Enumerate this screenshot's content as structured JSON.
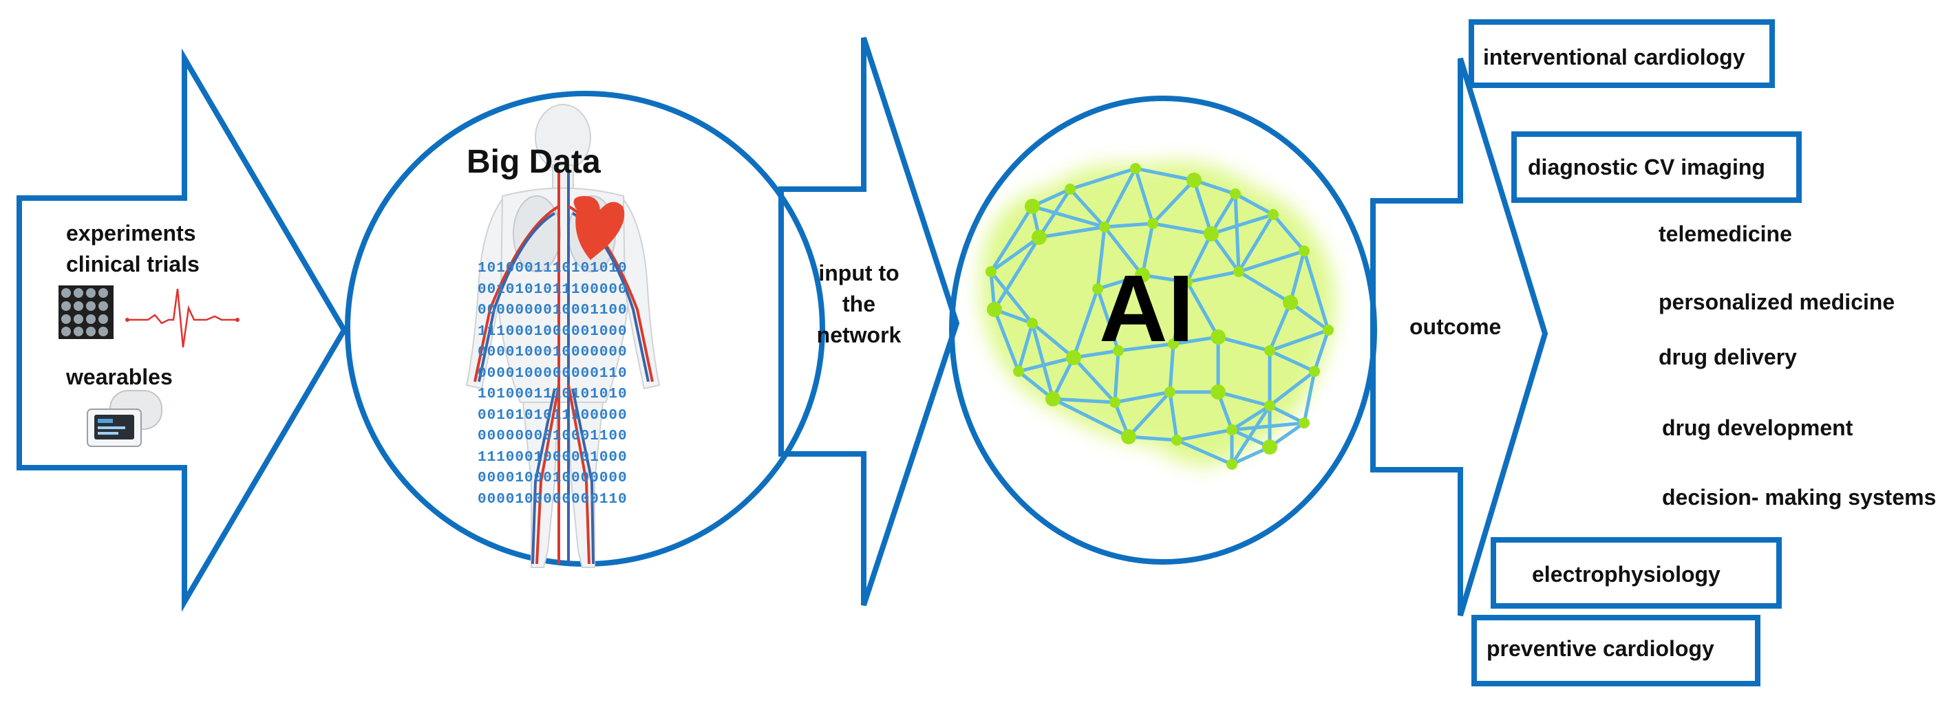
{
  "colors": {
    "stroke_blue": "#0f6fbf",
    "binary_blue": "#2f7fc9",
    "vessel_red": "#d93a2b",
    "network_line": "#5fb6e6",
    "network_node": "#9be21a",
    "network_glow": "#d9f77a",
    "text": "#111111"
  },
  "inputs": {
    "line1": "experiments",
    "line2": "clinical trials",
    "wearables": "wearables",
    "scan_icon": "mri-scan-grid-icon",
    "ecg_icon": "ecg-waveform-icon",
    "watch_icon": "smartwatch-icon"
  },
  "big_data": {
    "title": "Big Data",
    "body_icon": "human-circulatory-system-icon",
    "binary_lines": [
      "1010001110101010",
      "0010101011100000",
      "0000000010001100",
      "1110001000001000",
      "0000100010000000",
      "0000100000000110",
      "1010001110101010",
      "0010101011100000",
      "0000000010001100",
      "1110001000001000",
      "0000100010000000",
      "0000100000000110"
    ]
  },
  "network_input": {
    "line1": "input to",
    "line2": "the",
    "line3": "network"
  },
  "ai": {
    "label": "AI",
    "network_icon": "neural-network-brain-icon"
  },
  "outcome": {
    "label": "outcome",
    "boxed": [
      "interventional cardiology",
      "diagnostic CV imaging",
      "electrophysiology",
      "preventive cardiology"
    ],
    "items": [
      "telemedicine",
      "personalized medicine",
      "drug delivery",
      "drug development",
      "decision- making systems"
    ]
  }
}
